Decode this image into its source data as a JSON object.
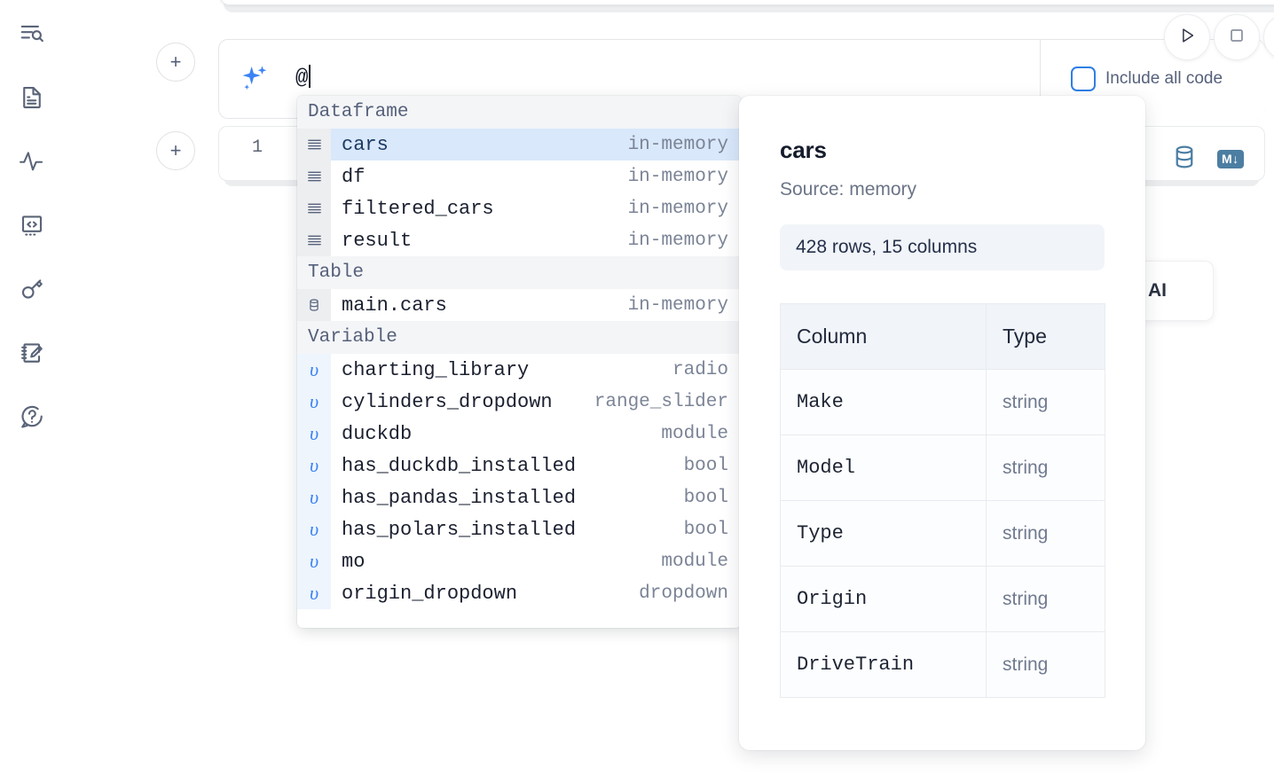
{
  "sidebar": {
    "items": [
      {
        "name": "explore-outline-icon",
        "label": "Outline / Search"
      },
      {
        "name": "file-icon",
        "label": "Files"
      },
      {
        "name": "activity-icon",
        "label": "Runtime activity"
      },
      {
        "name": "variables-code-icon",
        "label": "Variables"
      },
      {
        "name": "secrets-key-icon",
        "label": "Secrets"
      },
      {
        "name": "scratchpad-edit-icon",
        "label": "Scratchpad"
      },
      {
        "name": "help-chat-icon",
        "label": "Help"
      }
    ]
  },
  "toolbar": {
    "run_label": "Run",
    "stop_label": "Stop",
    "more_label": "More",
    "include_all_code_label": "Include all code",
    "include_all_code_checked": false
  },
  "ai_input": {
    "icon": "sparkles-icon",
    "value": "@",
    "placeholder": ""
  },
  "code_cell": {
    "line_number": "1",
    "database_icon": "database-icon",
    "markdown_badge": "M↓"
  },
  "ai_chip": {
    "label": "AI"
  },
  "autocomplete": {
    "groups": [
      {
        "label": "Dataframe",
        "items": [
          {
            "icon": "dataframe-icon",
            "name": "cars",
            "type": "in-memory",
            "selected": true
          },
          {
            "icon": "dataframe-icon",
            "name": "df",
            "type": "in-memory",
            "selected": false
          },
          {
            "icon": "dataframe-icon",
            "name": "filtered_cars",
            "type": "in-memory",
            "selected": false
          },
          {
            "icon": "dataframe-icon",
            "name": "result",
            "type": "in-memory",
            "selected": false
          }
        ]
      },
      {
        "label": "Table",
        "items": [
          {
            "icon": "table-icon",
            "name": "main.cars",
            "type": "in-memory",
            "selected": false
          }
        ]
      },
      {
        "label": "Variable",
        "items": [
          {
            "icon": "variable-icon",
            "name": "charting_library",
            "type": "radio",
            "selected": false
          },
          {
            "icon": "variable-icon",
            "name": "cylinders_dropdown",
            "type": "range_slider",
            "selected": false
          },
          {
            "icon": "variable-icon",
            "name": "duckdb",
            "type": "module",
            "selected": false
          },
          {
            "icon": "variable-icon",
            "name": "has_duckdb_installed",
            "type": "bool",
            "selected": false
          },
          {
            "icon": "variable-icon",
            "name": "has_pandas_installed",
            "type": "bool",
            "selected": false
          },
          {
            "icon": "variable-icon",
            "name": "has_polars_installed",
            "type": "bool",
            "selected": false
          },
          {
            "icon": "variable-icon",
            "name": "mo",
            "type": "module",
            "selected": false
          },
          {
            "icon": "variable-icon",
            "name": "origin_dropdown",
            "type": "dropdown",
            "selected": false
          }
        ]
      }
    ]
  },
  "preview": {
    "title": "cars",
    "source": "Source: memory",
    "stats": "428 rows, 15 columns",
    "columns_header": "Column",
    "type_header": "Type",
    "rows": [
      {
        "column": "Make",
        "type": "string"
      },
      {
        "column": "Model",
        "type": "string"
      },
      {
        "column": "Type",
        "type": "string"
      },
      {
        "column": "Origin",
        "type": "string"
      },
      {
        "column": "DriveTrain",
        "type": "string"
      }
    ]
  },
  "colors": {
    "accent_blue": "#3b82f6",
    "selection_blue": "#d9e8fb",
    "rail_icon": "#5a6478",
    "db_icon": "#4c7ea2"
  }
}
